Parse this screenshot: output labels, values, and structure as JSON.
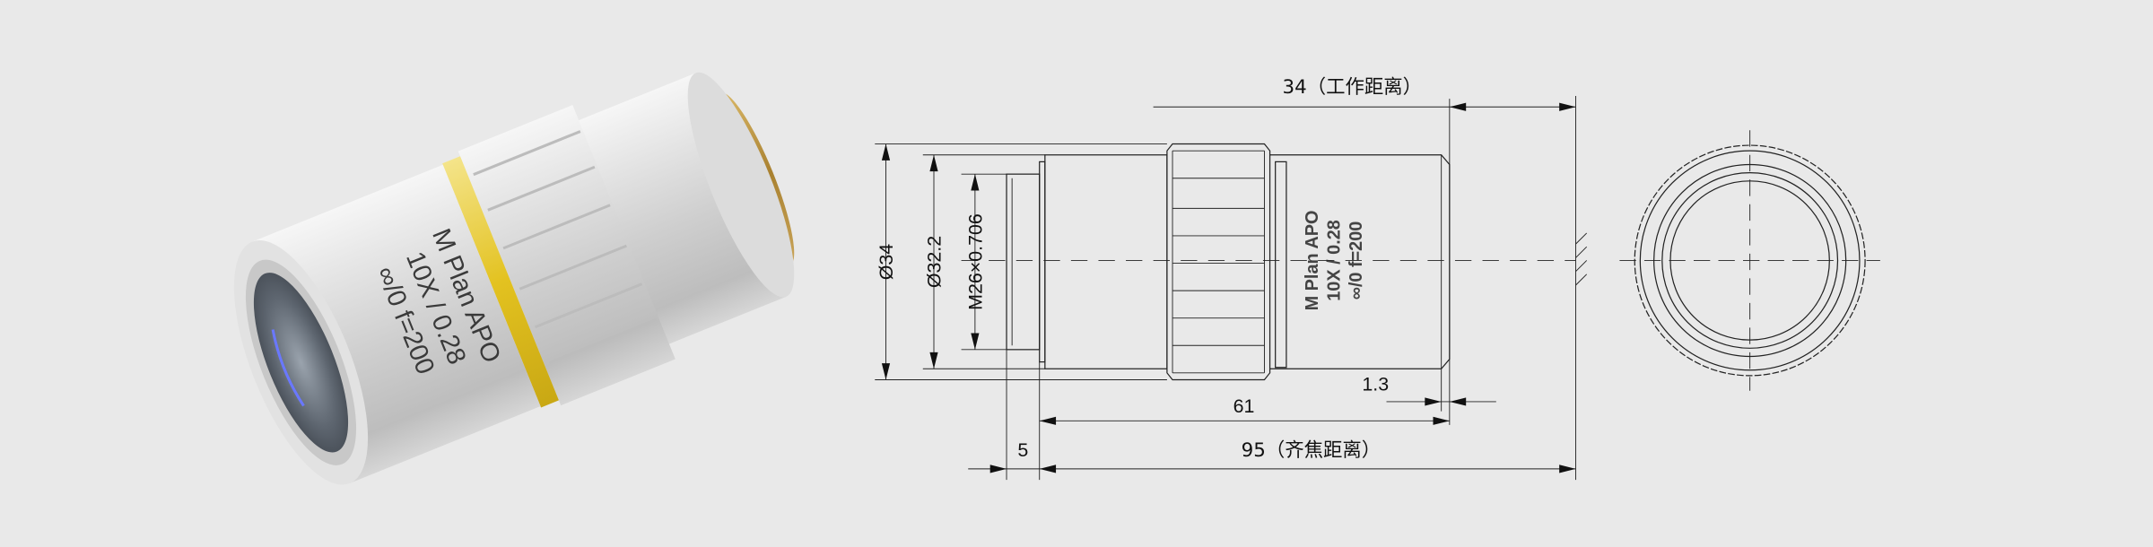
{
  "product": {
    "engraving": [
      "M Plan APO",
      "10X / 0.28",
      "∞/0 f=200"
    ],
    "colors": {
      "background": "#e9e9e9",
      "ring": "#e6c21a",
      "brass": "#b8913c",
      "silver": "#d8d8d8"
    }
  },
  "drawing": {
    "working_distance": "34（工作距离）",
    "parfocal_distance": "95（齐焦距离）",
    "diameter_outer": "Ø34",
    "diameter_body": "Ø32.2",
    "thread": "M26×0.706",
    "length": "61",
    "thread_length": "5",
    "chamfer": "1.3"
  }
}
